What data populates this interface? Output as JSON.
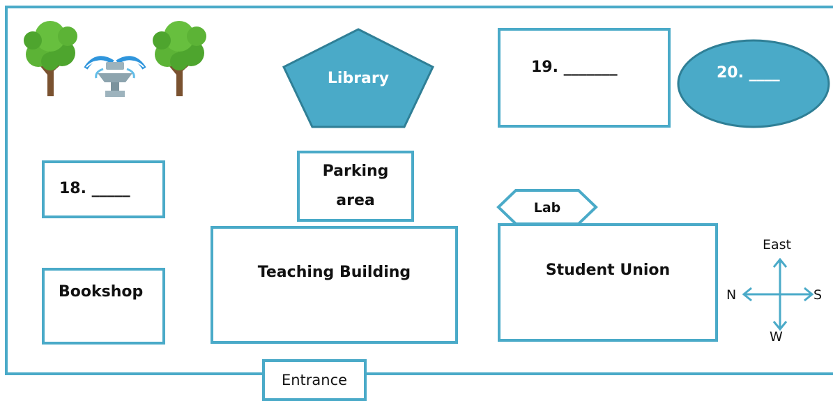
{
  "map": {
    "library": "Library",
    "blank_19": "19. _______",
    "blank_20": "20. ____",
    "blank_18": "18. _____",
    "parking": [
      "Parking",
      "area"
    ],
    "lab": "Lab",
    "teaching_building": "Teaching Building",
    "student_union": "Student Union",
    "bookshop": "Bookshop",
    "entrance": "Entrance"
  },
  "compass": {
    "north": "N",
    "east": "East",
    "south": "S",
    "west": "W"
  },
  "decorations": {
    "left_tree": "tree-icon",
    "fountain": "fountain-icon",
    "right_tree": "tree-icon"
  },
  "colors": {
    "accent": "#4aaac8",
    "fill": "#4aaac8",
    "text_on_fill": "#ffffff"
  }
}
